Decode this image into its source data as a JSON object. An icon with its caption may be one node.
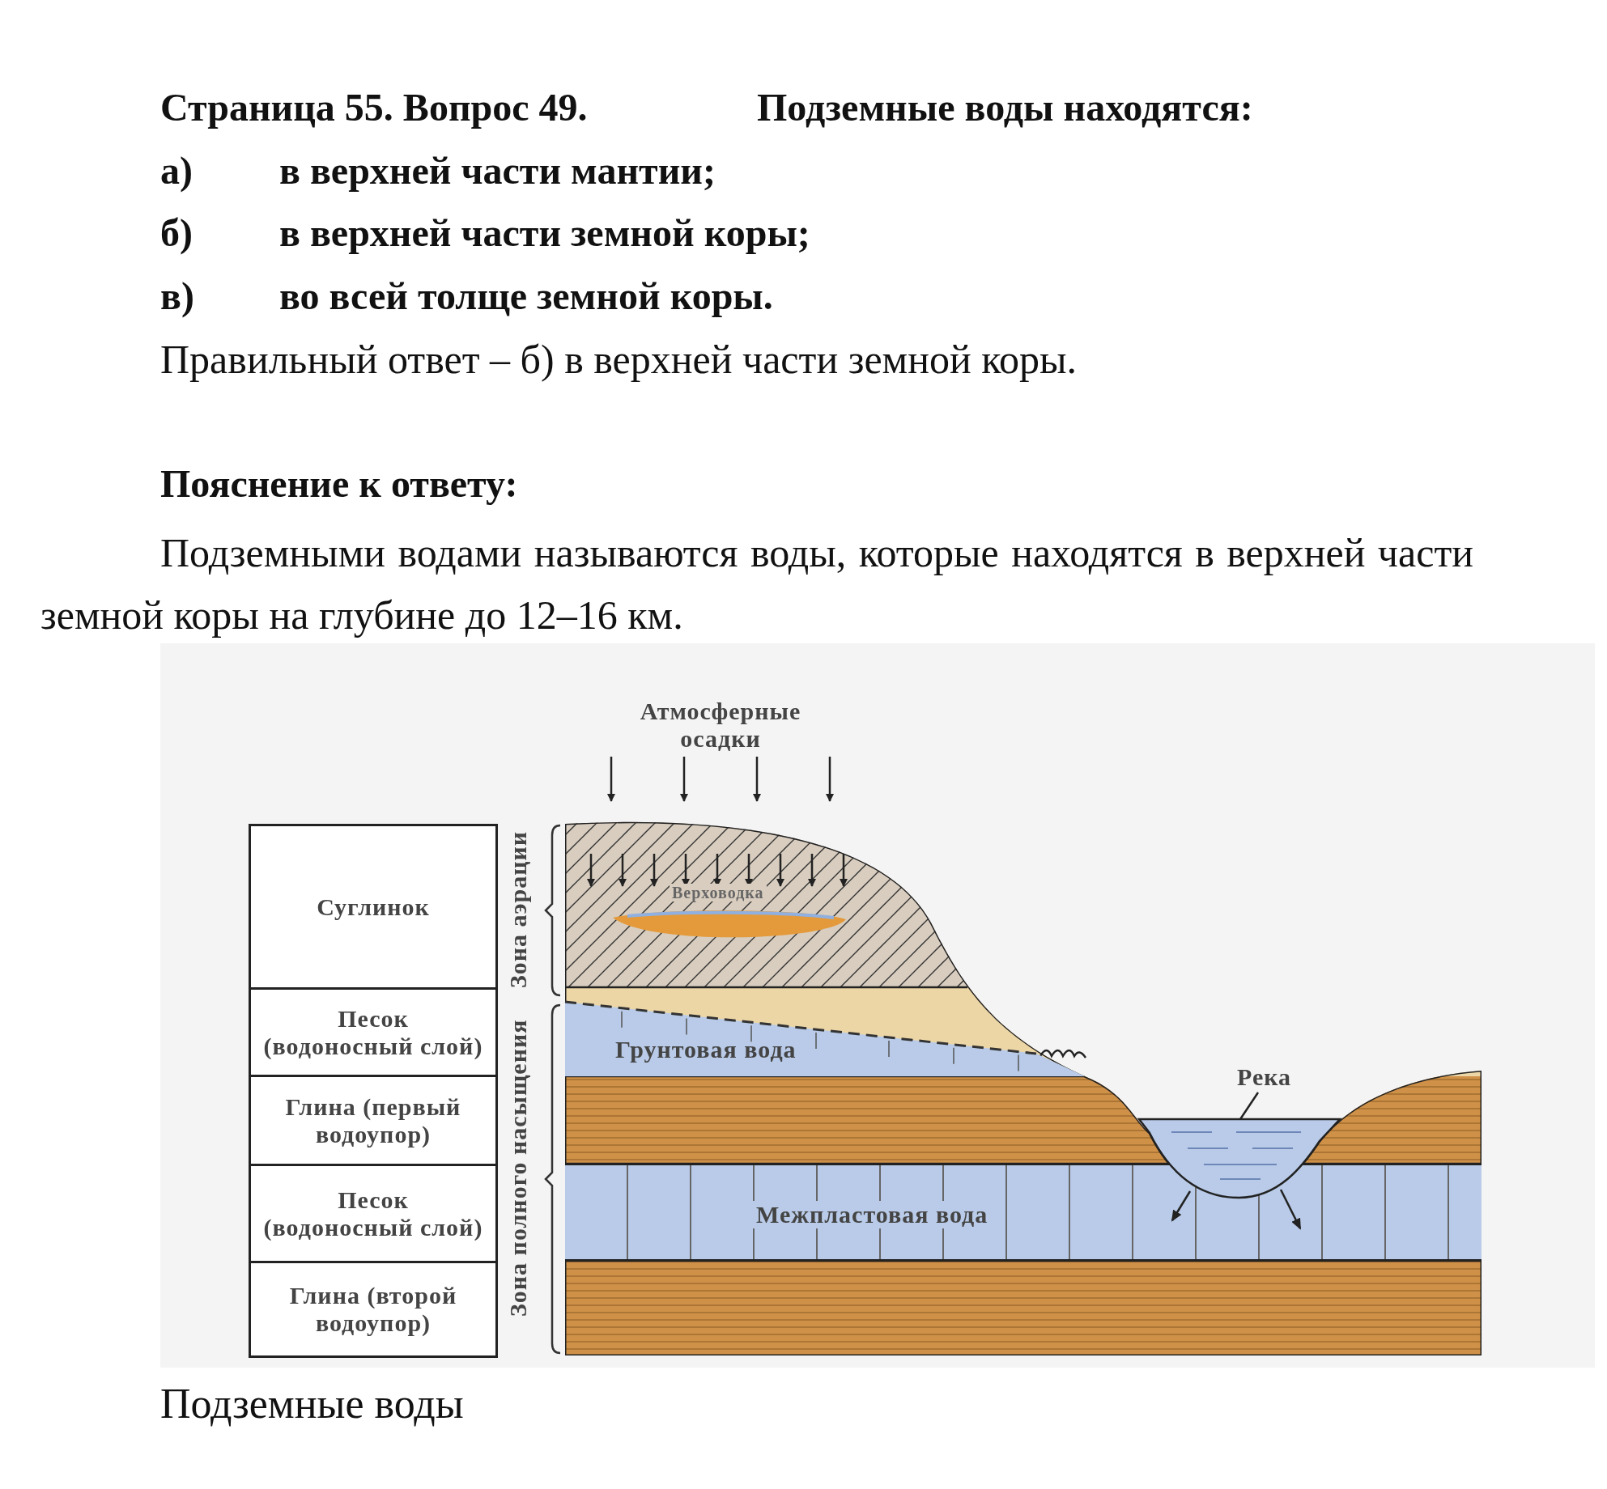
{
  "diagram": {
    "title": "Страница 55. Вопрос 49.",
    "caption": "Подземные воды",
    "nodes": [
      {
        "text": [
          "Суглинок"
        ]
      },
      {
        "text": [
          "Песок (водоносный слой)"
        ]
      },
      {
        "text": [
          "Глина (первый водоупор)"
        ]
      },
      {
        "text": [
          "Песок (водоносный слой)"
        ]
      },
      {
        "text": [
          "Глина (второй водоупор)"
        ]
      },
      {
        "text": [
          "Грунтовая вода"
        ]
      },
      {
        "text": [
          "Межпластовая вода"
        ]
      },
      {
        "text": [
          "Верховодка"
        ]
      },
      {
        "text": [
          "Река"
        ]
      },
      {
        "text": [],
        "shape": "picture"
      }
    ],
    "edges": [
      {
        "from": 8,
        "to": 9,
        "arrow": "none"
      },
      {
        "from": 9,
        "to": 6,
        "arrow": "to"
      },
      {
        "from": 9,
        "to": 6,
        "arrow": "to"
      }
    ],
    "labels": [
      "Подземные воды находятся:",
      "а)",
      "в верхней части мантии;",
      "б)",
      "в верхней части земной коры;",
      "в)",
      "во всей толще земной коры.",
      "Правильный ответ – б) в верхней части земной коры.",
      "Пояснение к ответу:",
      "Подземными водами называются воды, которые находятся в верхней части земной коры на глубине до 12–16 км.",
      "Атмосферные осадки",
      "Зона аэрации",
      "Зона полного насыщения"
    ]
  }
}
